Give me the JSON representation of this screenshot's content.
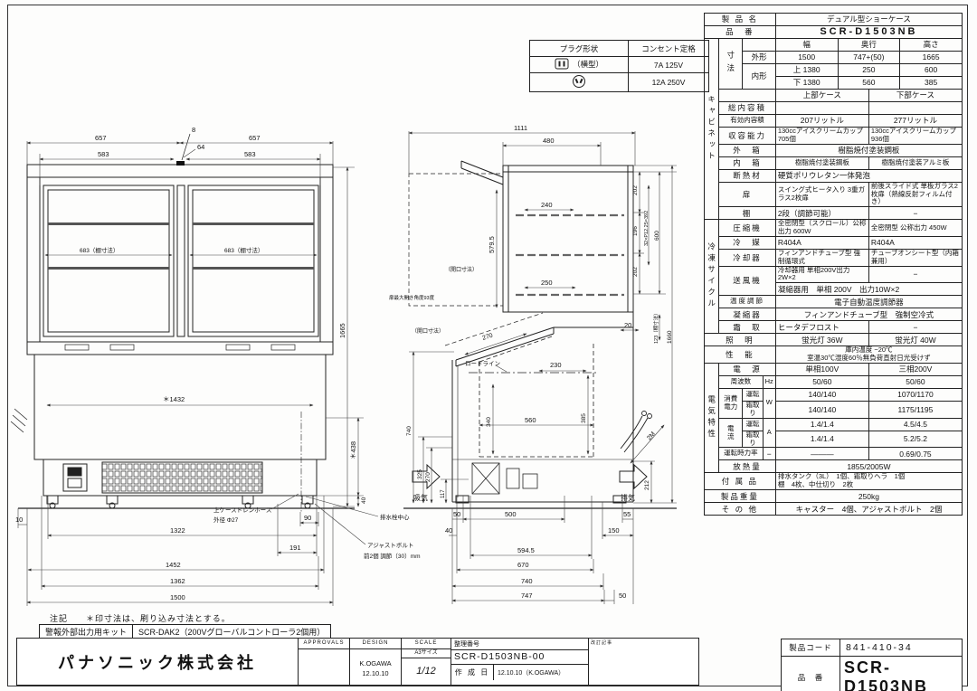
{
  "spec_table": {
    "product_name_label": "製 品 名",
    "product_name": "デュアル型ショーケース",
    "model_label": "品　番",
    "model": "SCR-D1503NB",
    "strip_cabinet": "キャビネット",
    "strip_refrigeration": "冷凍サイクル",
    "strip_electrical": "電気特性",
    "dims_label": "寸法",
    "col_width": "幅",
    "col_depth": "奥行",
    "col_height": "高さ",
    "outer_label": "外形",
    "outer": [
      "1500",
      "747+(50)",
      "1665"
    ],
    "inner_label": "内形",
    "inner_upper": [
      "上 1380",
      "250",
      "600"
    ],
    "inner_lower": [
      "下 1380",
      "560",
      "385"
    ],
    "upper_case": "上部ケース",
    "lower_case": "下部ケース",
    "rows": {
      "gross_volume": {
        "label": "総内容積",
        "upper": "",
        "lower": ""
      },
      "effective_volume": {
        "label": "有効内容積",
        "upper": "207リットル",
        "lower": "277リットル"
      },
      "capacity": {
        "label": "収容能力",
        "upper": "130ccアイスクリームカップ705個",
        "lower": "130ccアイスクリームカップ936個"
      },
      "outer_box": {
        "label": "外　箱",
        "value": "樹脂焼付塗装鋼板"
      },
      "inner_box": {
        "label": "内　箱",
        "upper": "樹脂焼付塗装鋼板",
        "lower": "樹脂焼付塗装アルミ板"
      },
      "insulation": {
        "label": "断熱材",
        "value": "硬質ポリウレタン一体発泡"
      },
      "door": {
        "label": "扉",
        "upper": "スイング式ヒータ入り 3重ガラス2枚扉",
        "lower": "前後スライド式 単板ガラス2枚扉（熱線反射フィルム付き）"
      },
      "shelf": {
        "label": "棚",
        "upper": "2段（調節可能）",
        "lower": "−"
      },
      "compressor": {
        "label": "圧縮機",
        "upper": "全密閉型（スクロール）公称出力 600W",
        "lower": "全密閉型 公称出力 450W"
      },
      "refrigerant": {
        "label": "冷　媒",
        "upper": "R404A",
        "lower": "R404A"
      },
      "cooler": {
        "label": "冷却器",
        "upper": "フィンアンドチューブ型 強制循環式",
        "lower": "チューブオンシート型（内箱兼用）"
      },
      "fan": {
        "label": "送風機",
        "upper": "冷却器用 単相200V出力2W×2",
        "lower": "−",
        "condenser_fan": "凝縮器用　単相 200V　出力10W×2"
      },
      "thermostat": {
        "label": "温度調節",
        "value": "電子自動温度調節器"
      },
      "condenser": {
        "label": "凝縮器",
        "value": "フィンアンドチューブ型　強制空冷式"
      },
      "defrost": {
        "label": "霜　取",
        "upper": "ヒータデフロスト",
        "lower": "−"
      },
      "lighting": {
        "label": "照　明",
        "upper": "蛍光灯 36W",
        "lower": "蛍光灯 40W"
      },
      "performance": {
        "label": "性　能",
        "line1": "庫内温度 −20℃",
        "line2": "室温30℃湿度60％無負荷直射日光受けず"
      },
      "power": {
        "label": "電　源",
        "upper": "単相100V",
        "lower": "三相200V"
      },
      "frequency": {
        "label": "周波数",
        "unit": "Hz",
        "upper": "50/60",
        "lower": "50/60"
      },
      "power_consumption": {
        "label": "消費電力",
        "unit": "W",
        "run_label": "運転",
        "run_upper": "140/140",
        "run_lower": "1070/1170",
        "defrost_label": "霜取り",
        "defrost_upper": "140/140",
        "defrost_lower": "1175/1195"
      },
      "current": {
        "label": "電　流",
        "unit": "A",
        "run_label": "運転",
        "run_upper": "1.4/1.4",
        "run_lower": "4.5/4.5",
        "defrost_label": "霜取り",
        "defrost_upper": "1.4/1.4",
        "defrost_lower": "5.2/5.2"
      },
      "power_factor": {
        "label": "運転時力率",
        "unit": "−",
        "upper": "———",
        "lower": "0.69/0.75"
      },
      "heat_radiation": {
        "label": "放熱量",
        "value": "1855/2005W"
      },
      "accessories": {
        "label": "付 属 品",
        "line1": "排水タンク（3L）　1個、霜取りヘラ　1個",
        "line2": "棚　4枚、中仕切り　2枚"
      },
      "weight": {
        "label": "製品重量",
        "value": "250kg"
      },
      "others": {
        "label": "そ の 他",
        "value": "キャスター　4個、アジャストボルト　2個"
      }
    }
  },
  "plug_table": {
    "col_shape": "プラグ形状",
    "col_rating": "コンセント定格",
    "row1_note": "（横型）",
    "row1_rating": "7A 125V",
    "row2_rating": "12A 250V"
  },
  "notes": {
    "note": "注記　　＊印寸法は、刷り込み寸法とする。",
    "alarm_kit_label": "警報外部出力用キット",
    "alarm_kit_value": "SCR-DAK2（200Vグローバルコントローラ2個用）"
  },
  "title_block": {
    "company": "パナソニック株式会社",
    "approvals_label": "APPROVALS",
    "design_label": "DESIGN",
    "scale_label": "SCALE",
    "designer": "K.OGAWA",
    "design_date": "12.10.10",
    "paper_size": "A3サイズ",
    "scale_value": "1/12",
    "ref_label": "整理番号",
    "ref_value": "SCR-D1503NB-00",
    "date_label": "作 成 日",
    "date_value": "12.10.10（K.OGAWA）",
    "revision_label": "改訂記事"
  },
  "product_block": {
    "code_label": "製品コード",
    "code_value": "841-410-34",
    "model_label": "品　番",
    "model_value": "SCR-D1503NB"
  },
  "front_view": {
    "dims": {
      "w_half_l": "657",
      "w_gap": "8",
      "w_half_r": "657",
      "glass_l": "583",
      "glass_c": "64",
      "glass_r": "583",
      "shelf_l": "683（棚寸法）",
      "shelf_r": "683（棚寸法）",
      "height": "1665",
      "body_w": "＊1432",
      "body_h": "＊438",
      "leg_h": "40",
      "edge": "10",
      "grille": "1322",
      "drain_off": "90",
      "leg_off": "191",
      "w1": "1452",
      "w2": "1362",
      "w3": "1500"
    },
    "labels": {
      "drain_hose": "上ケースドレンホース",
      "drain_dia": "外径 Φ27",
      "drain_center": "排水栓中心",
      "adjust_bolt": "アジャストボルト",
      "adjust_note": "前2個 調節（30）mm"
    }
  },
  "side_view": {
    "dims": {
      "total": "1111",
      "top_d": "480",
      "inner1": "240",
      "inner2": "250",
      "open_h": "579.5",
      "open_note1": "（開口寸法）",
      "slant": "270",
      "open_note2": "（開口寸法）",
      "p1": "202",
      "p2": "196",
      "p3": "202",
      "pitch": "32×P12.25=392",
      "upper_h": "600",
      "shelf_d": "123（棚寸法）",
      "gap": "20",
      "height": "1660",
      "well1": "230",
      "well_h": "385",
      "well_h2": "340",
      "well_w": "560",
      "lower_h": "740",
      "vent1": "325",
      "vent2": "270",
      "vent3": "117",
      "exh_h": "212",
      "cord": "2M",
      "b1": "50",
      "b2": "500",
      "b3": "55",
      "b4": "40",
      "b5": "150",
      "b6": "594.5",
      "b7": "670",
      "b8": "740",
      "b9": "747",
      "b10": "50"
    },
    "labels": {
      "door_angle": "扉最大開き角度93度",
      "load_line": "ロードライン",
      "intake": "吸気",
      "exhaust": "排気"
    }
  }
}
